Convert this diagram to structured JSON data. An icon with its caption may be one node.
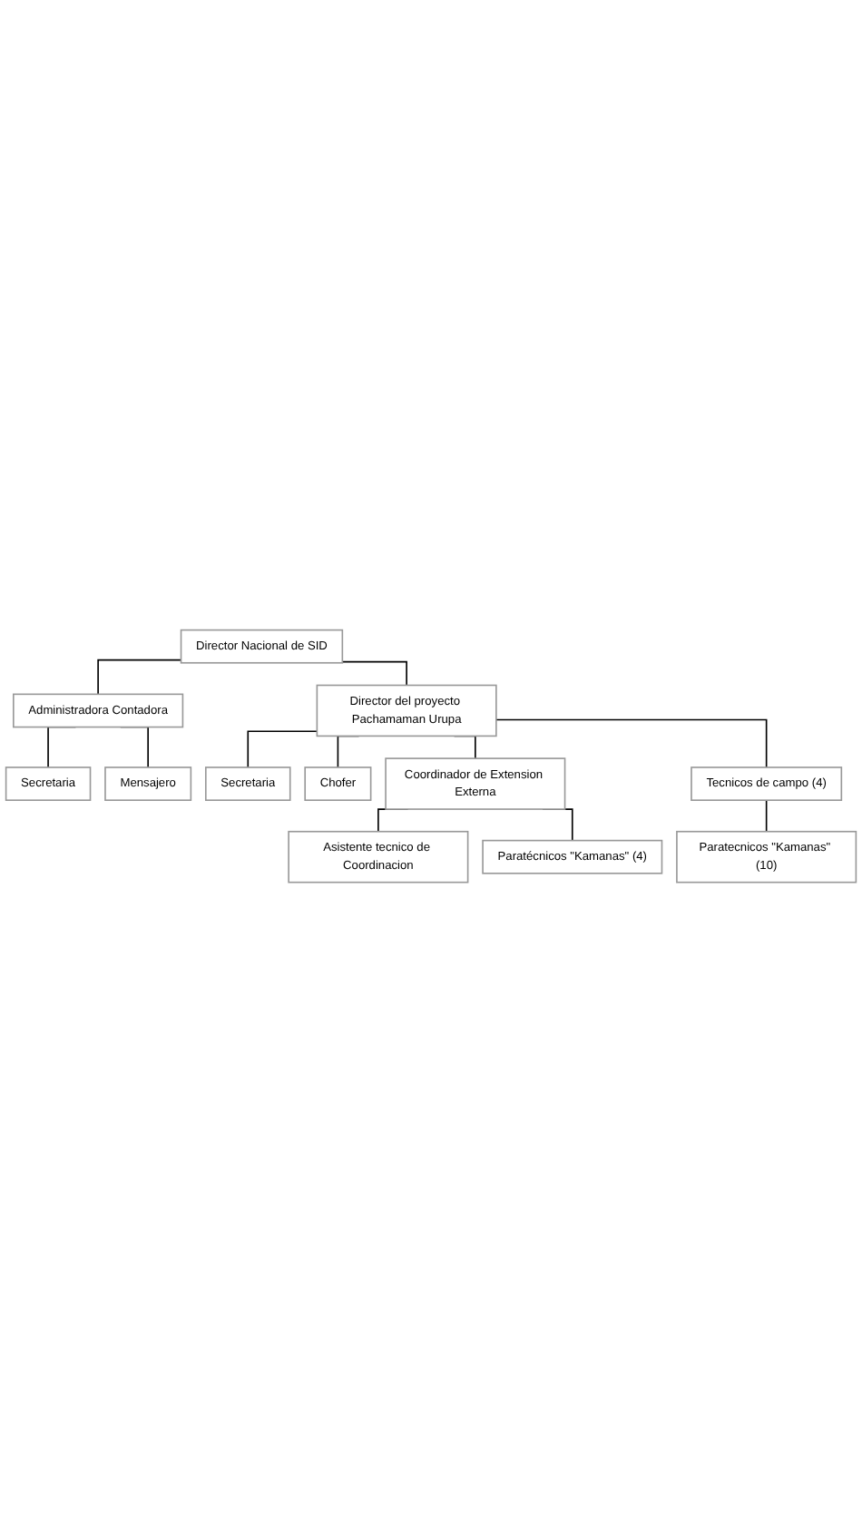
{
  "diagram": {
    "nodes": [
      {
        "text": [
          "Director Nacional de SID"
        ]
      },
      {
        "text": [
          "Administradora Contadora"
        ]
      },
      {
        "text": [
          "Secretaria"
        ]
      },
      {
        "text": [
          "Mensajero"
        ]
      },
      {
        "text": [
          "Director del proyecto Pachamaman Urupa"
        ]
      },
      {
        "text": [
          "Secretaria"
        ]
      },
      {
        "text": [
          "Chofer"
        ]
      },
      {
        "text": [
          "Coordinador de Extension Externa"
        ]
      },
      {
        "text": [
          "Tecnicos de campo (4)"
        ]
      },
      {
        "text": [
          "Asistente tecnico de Coordinacion"
        ]
      },
      {
        "text": [
          "Paratecnicos \"Kamanas\" (10)"
        ]
      },
      {
        "text": [
          "Paratécnicos \"Kamanas\" (4)"
        ]
      }
    ],
    "edges": [
      {
        "from": 0,
        "to": 1,
        "arrow": "none"
      },
      {
        "from": 1,
        "to": 2,
        "arrow": "none"
      },
      {
        "from": 1,
        "to": 3,
        "arrow": "none"
      },
      {
        "from": 0,
        "to": 4,
        "arrow": "none"
      },
      {
        "from": 4,
        "to": 5,
        "arrow": "none"
      },
      {
        "from": 4,
        "to": 6,
        "arrow": "none"
      },
      {
        "from": 4,
        "to": 7,
        "arrow": "none"
      },
      {
        "from": 4,
        "to": 8,
        "arrow": "none"
      },
      {
        "from": 7,
        "to": 9,
        "arrow": "none"
      },
      {
        "from": 7,
        "to": 11,
        "arrow": "none"
      },
      {
        "from": 8,
        "to": 10,
        "arrow": "none"
      }
    ]
  }
}
